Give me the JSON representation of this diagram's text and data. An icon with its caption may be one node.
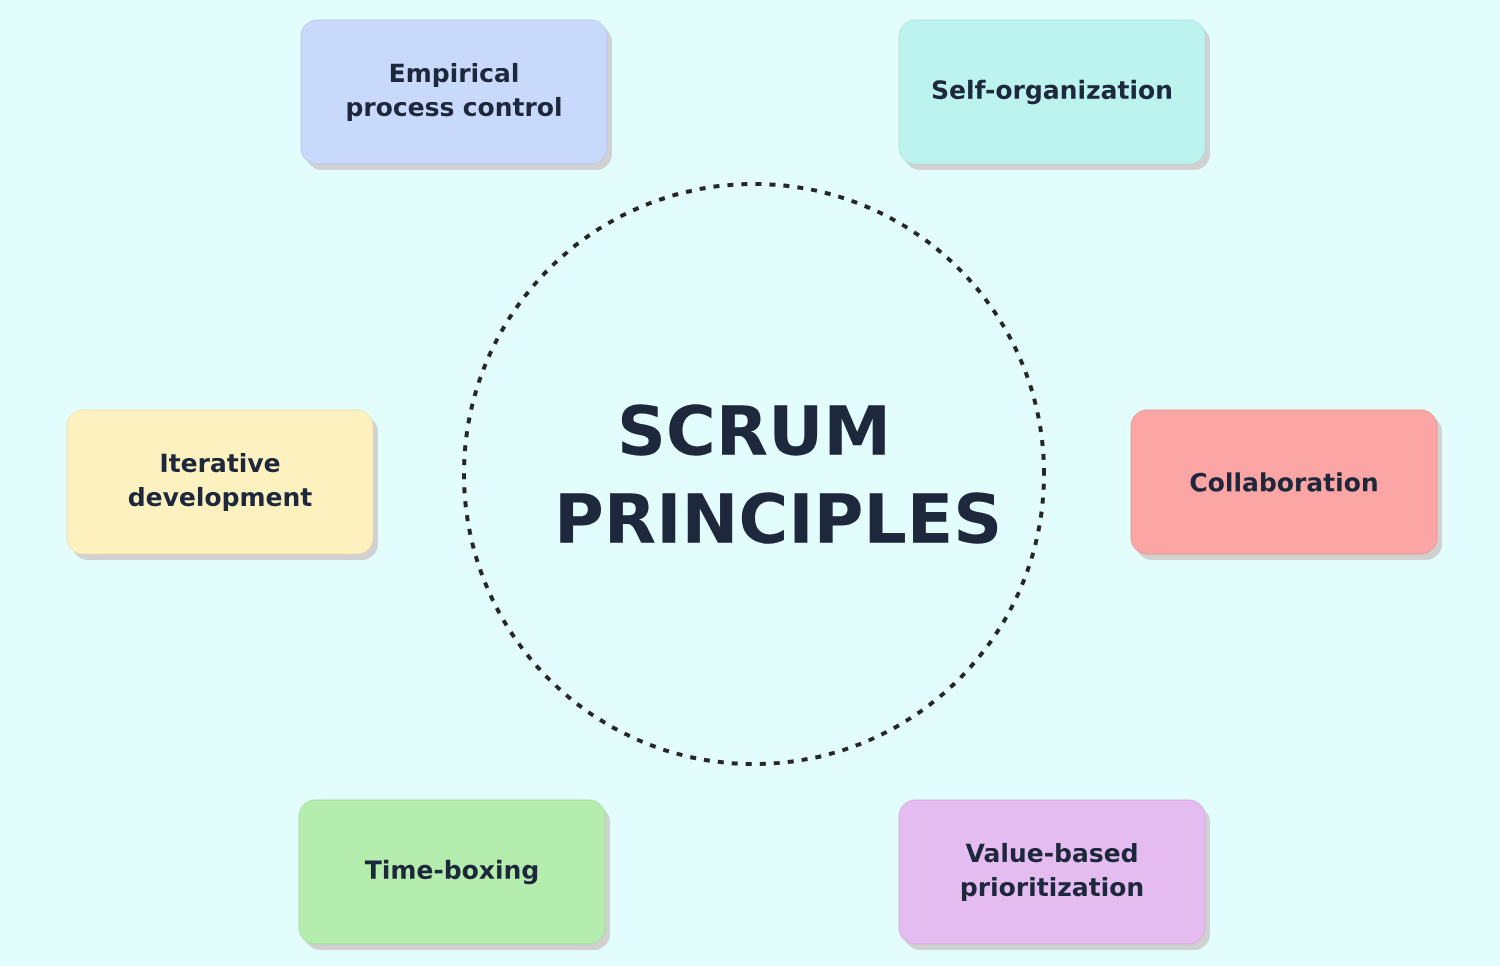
{
  "diagram": {
    "nodes": [
      {
        "text": [
          "SCRUM PRINCIPLES"
        ]
      },
      {
        "text": [
          "Empirical process control"
        ]
      },
      {
        "text": [
          "Self-organization"
        ]
      },
      {
        "text": [
          "Iterative development"
        ]
      },
      {
        "text": [
          "Collaboration"
        ]
      },
      {
        "text": [
          "Time-boxing"
        ]
      },
      {
        "text": [
          "Value-based prioritization"
        ]
      }
    ]
  }
}
